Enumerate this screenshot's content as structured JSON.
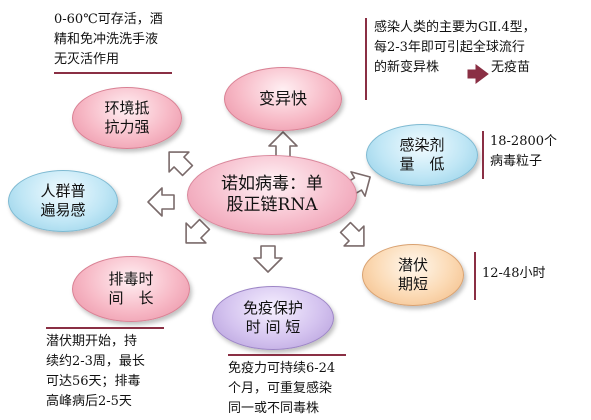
{
  "center": {
    "line1": "诺如病毒：单",
    "line2": "股正链RNA"
  },
  "nodes": {
    "variation": {
      "line1": "变异快"
    },
    "environment": {
      "line1": "环境抵",
      "line2": "抗力强"
    },
    "susceptible": {
      "line1": "人群普",
      "line2": "遍易感"
    },
    "shedding": {
      "line1": "排毒时",
      "line2": "间　长"
    },
    "immunity": {
      "line1": "免疫保护",
      "line2": "时 间 短"
    },
    "dose": {
      "line1": "感染剂",
      "line2": "量　低"
    },
    "incubation": {
      "line1": "潜伏",
      "line2": "期短"
    }
  },
  "notes": {
    "environment": [
      "0-60℃可存活，酒",
      "精和免冲洗洗手液",
      "无灭活作用"
    ],
    "variation": [
      "感染人类的主要为GⅡ.4型，",
      "每2-3年即可引起全球流行",
      "的新变异株"
    ],
    "variation_extra": "无疫苗",
    "dose": [
      "18-2800个",
      "病毒粒子"
    ],
    "incubation": [
      "12-48小时"
    ],
    "shedding": [
      "潜伏期开始，持",
      "续约2-3周，最长",
      "可达56天；排毒",
      "高峰病后2-5天"
    ],
    "immunity": [
      "免疫力可持续6-24",
      "个月，可重复感染",
      "同一或不同毒株"
    ]
  }
}
